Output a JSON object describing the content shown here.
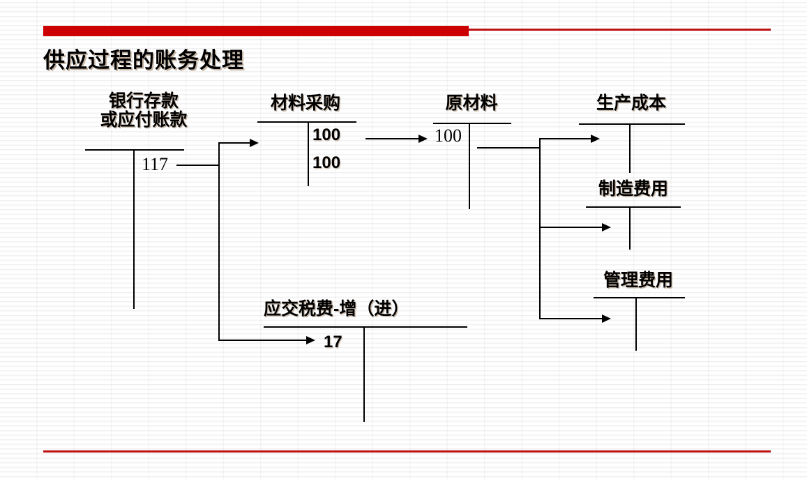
{
  "slide": {
    "title": "供应过程的账务处理",
    "accent_color": "#cc0000",
    "rule_color": "#bb1111",
    "background": "#ffffff"
  },
  "accounts": [
    {
      "id": "bank-deposit",
      "name_line1": "银行存款",
      "name_line2": "或应付账款",
      "entries": [
        {
          "side": "credit",
          "value": "117"
        }
      ]
    },
    {
      "id": "material-purchase",
      "name_line1": "材料采购",
      "name_line2": "",
      "entries": [
        {
          "side": "debit",
          "value": "100"
        },
        {
          "side": "credit",
          "value": "100"
        }
      ]
    },
    {
      "id": "raw-material",
      "name_line1": "原材料",
      "name_line2": "",
      "entries": [
        {
          "side": "debit",
          "value": "100"
        }
      ]
    },
    {
      "id": "production-cost",
      "name_line1": "生产成本",
      "name_line2": "",
      "entries": []
    },
    {
      "id": "manufacturing-overhead",
      "name_line1": "制造费用",
      "name_line2": "",
      "entries": []
    },
    {
      "id": "administrative-expense",
      "name_line1": "管理费用",
      "name_line2": "",
      "entries": []
    },
    {
      "id": "tax-payable",
      "name_line1": "应交税费-增（进）",
      "name_line2": "",
      "entries": [
        {
          "side": "debit",
          "value": "17"
        }
      ]
    }
  ],
  "labels": {
    "bank_line1": "银行存款",
    "bank_line2": "或应付账款",
    "bank_amount": "117",
    "material_purchase": "材料采购",
    "material_amount_1": "100",
    "material_amount_2": "100",
    "raw_material": "原材料",
    "raw_material_amount": "100",
    "production_cost": "生产成本",
    "manufacturing_overhead": "制造费用",
    "administrative_expense": "管理费用",
    "tax_payable": "应交税费-增（进）",
    "tax_amount": "17"
  }
}
